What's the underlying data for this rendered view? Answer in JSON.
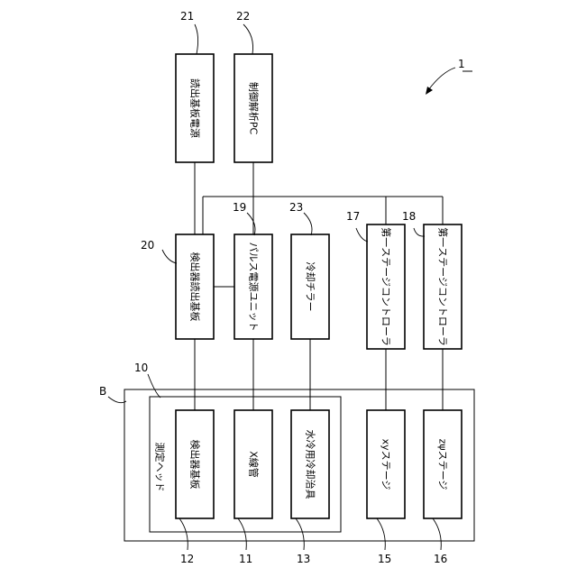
{
  "figure_label": "1",
  "boxes": {
    "readout_power": "読出基板電源",
    "control_pc": "制御解析PC",
    "detector_readout": "検出器読出基板",
    "pulse_power": "パルス電源ユニット",
    "chiller": "冷却チラー",
    "stage_ctrl_1": "第一ステージコントローラ",
    "stage_ctrl_2": "第一ステージコントローラ",
    "detector_board": "検出器基板",
    "xray_tube": "X線管",
    "cooling_jig": "水冷用冷却治具",
    "xy_stage": "xyステージ",
    "ztheta_stage": "zψステージ"
  },
  "labels": {
    "head": "測定ヘッド"
  },
  "refs": {
    "n21": "21",
    "n22": "22",
    "n20": "20",
    "n19": "19",
    "n23": "23",
    "n17": "17",
    "n18": "18",
    "n10": "10",
    "nB": "B",
    "n12": "12",
    "n11": "11",
    "n13": "13",
    "n15": "15",
    "n16": "16"
  }
}
